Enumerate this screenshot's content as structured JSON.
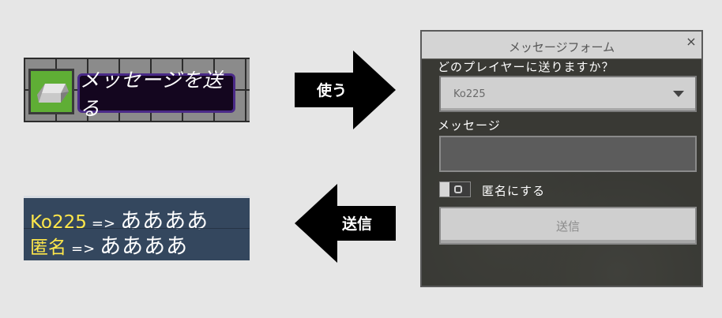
{
  "hotbar": {
    "item_icon": "iron-ingot-icon",
    "tooltip_text": "メッセージを送る"
  },
  "arrows": {
    "use_label": "使う",
    "send_label": "送信"
  },
  "form": {
    "title": "メッセージフォーム",
    "close_symbol": "×",
    "player_label": "どのプレイヤーに送りますか？",
    "player_selected": "Ko225",
    "message_label": "メッセージ",
    "message_value": "",
    "anonymous_label": "匿名にする",
    "anonymous_on": false,
    "submit_label": "送信"
  },
  "chat": {
    "lines": [
      {
        "name": "Ko225",
        "arrow": "=>",
        "message": "ああああ"
      },
      {
        "name": "匿名",
        "arrow": "=>",
        "message": "ああああ"
      }
    ]
  },
  "colors": {
    "chat_name": "#ffe74a",
    "chat_bg": "#34475e",
    "slot_green": "#5fae35",
    "tooltip_border": "#4a2a88"
  }
}
